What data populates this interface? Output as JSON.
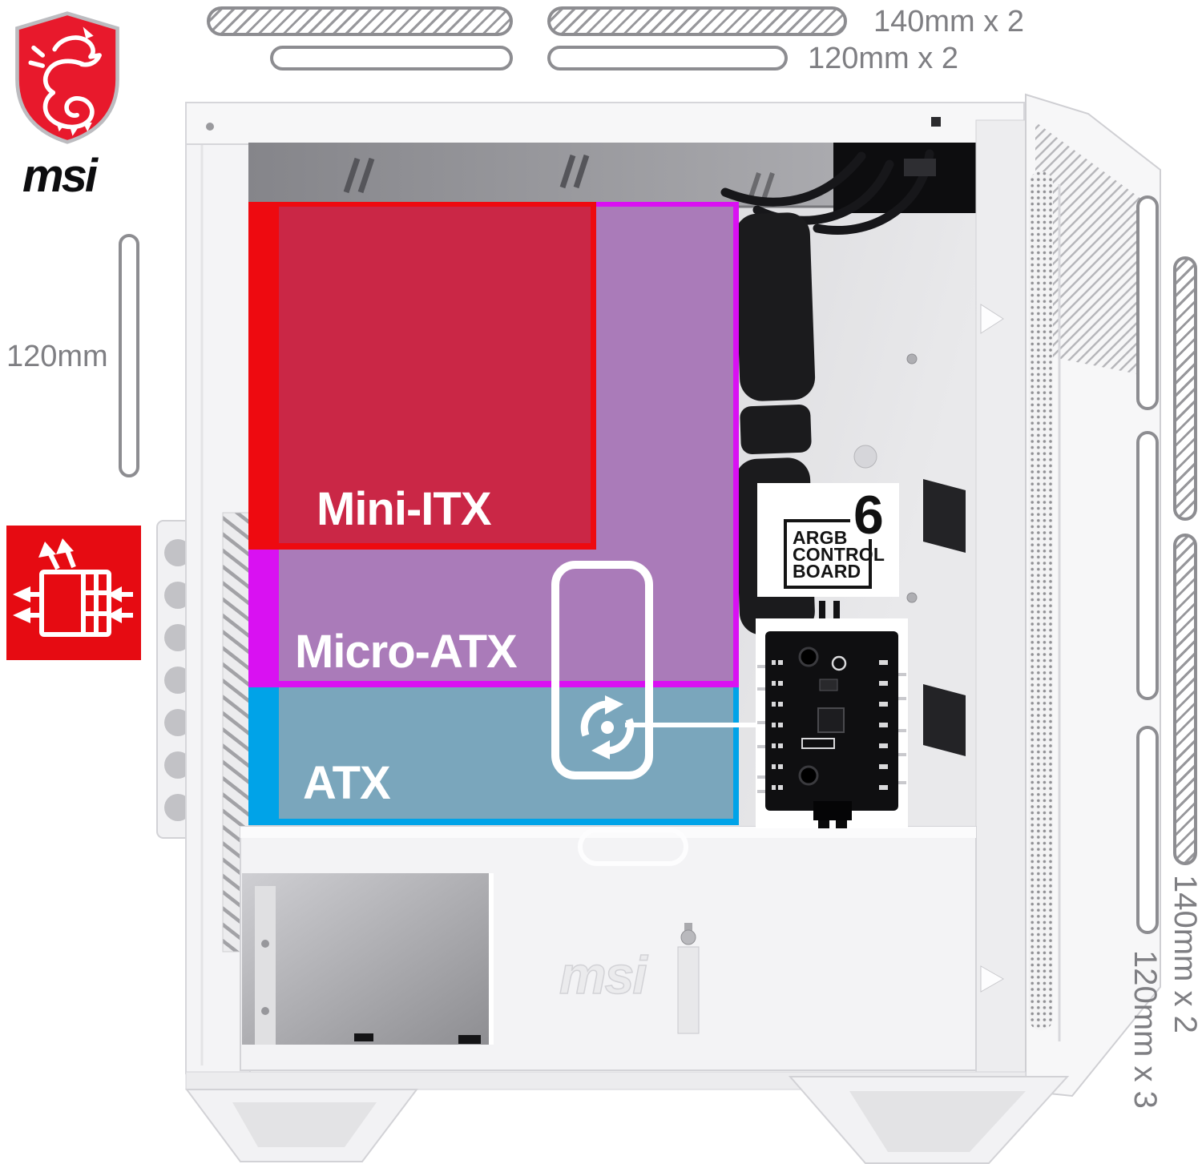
{
  "brand": {
    "wordmark": "msi",
    "shield_icon": "msi-dragon-shield"
  },
  "fan_annotations": {
    "top_140": "140mm x 2",
    "top_120": "120mm x 2",
    "rear_120": "120mm",
    "front_140": "140mm x 2",
    "front_120": "120mm x 3"
  },
  "zones": {
    "mini_itx": {
      "label": "Mini-ITX"
    },
    "micro_atx": {
      "label": "Micro-ATX"
    },
    "atx": {
      "label": "ATX"
    }
  },
  "argb_board": {
    "badge_count": "6",
    "line1": "ARGB",
    "line2": "CONTROL",
    "line3": "BOARD"
  },
  "case_branding": {
    "embossed_logo": "msi"
  },
  "colors": {
    "msi_red": "#e8192c",
    "airflow_icon_red": "#e60b12",
    "zone_red_fill": "#ca2746",
    "zone_red_border": "#ee0a10",
    "zone_purple_fill": "#aa7bb9",
    "zone_purple_border": "#d911f2",
    "zone_blue_fill": "#7aa6bc",
    "zone_blue_border": "#00a3e8",
    "annotation_gray": "#7f7f83"
  }
}
